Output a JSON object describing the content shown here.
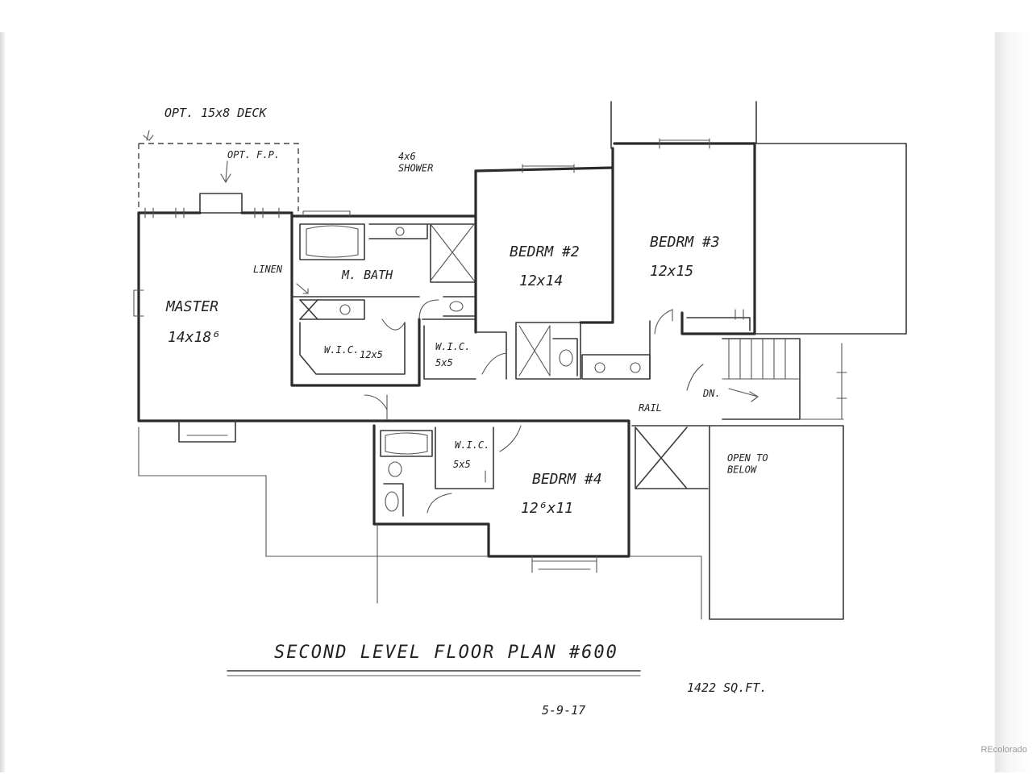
{
  "plan": {
    "rooms": {
      "deck": "OPT. 15x8 DECK",
      "fireplace": "OPT. F.P.",
      "shower": "4x6\nSHOWER",
      "master": "MASTER",
      "master_dim": "14x18⁶",
      "linen": "LINEN",
      "mbath": "M. BATH",
      "wic": "W.I.C.",
      "wic_dim": "12x5",
      "wic2": "W.I.C.",
      "wic2_dim": "5x5",
      "bed2": "BEDRM #2",
      "bed2_dim": "12x14",
      "bed3": "BEDRM #3",
      "bed3_dim": "12x15",
      "bed4": "BEDRM #4",
      "bed4_dim": "12⁶x11",
      "wic3": "W.I.C.",
      "wic3_dim": "5x5",
      "rail": "RAIL",
      "dn": "DN.",
      "open_below": "OPEN TO\nBELOW"
    },
    "title": "SECOND LEVEL FLOOR PLAN #600",
    "area": "1422 SQ.FT.",
    "date": "5-9-17"
  },
  "watermark": "REcolorado"
}
